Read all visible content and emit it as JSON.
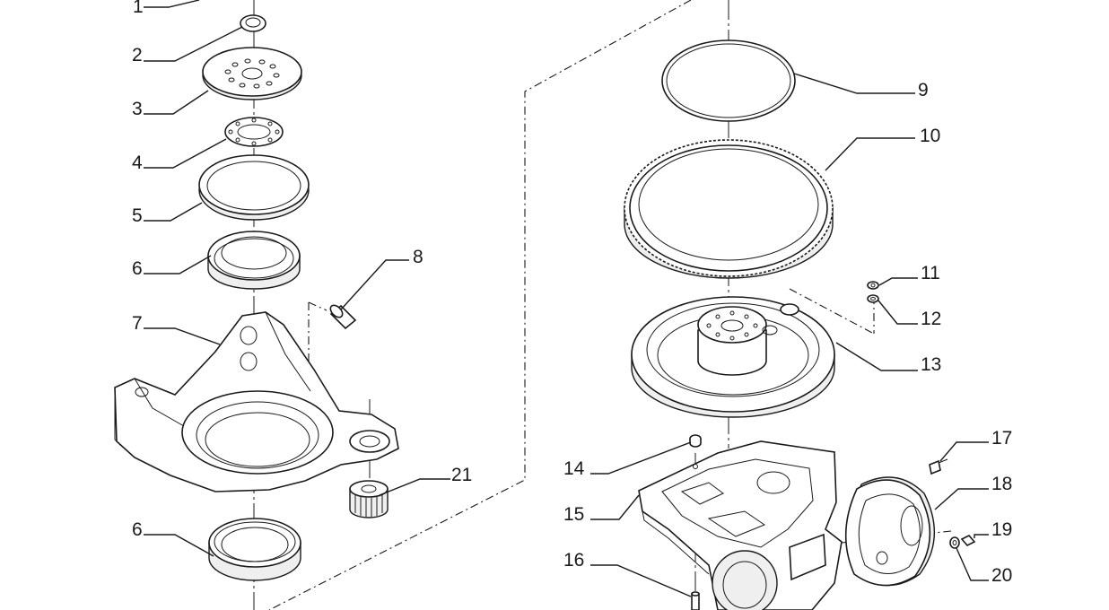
{
  "callouts": {
    "c1": "1",
    "c2": "2",
    "c3": "3",
    "c4": "4",
    "c5": "5",
    "c6a": "6",
    "c6b": "6",
    "c7": "7",
    "c8": "8",
    "c9": "9",
    "c10": "10",
    "c11": "11",
    "c12": "12",
    "c13": "13",
    "c14": "14",
    "c15": "15",
    "c16": "16",
    "c17": "17",
    "c18": "18",
    "c19": "19",
    "c20": "20",
    "c21": "21"
  },
  "colors": {
    "line": "#1a1a1a",
    "background": "#ffffff",
    "shade": "#efefef"
  }
}
